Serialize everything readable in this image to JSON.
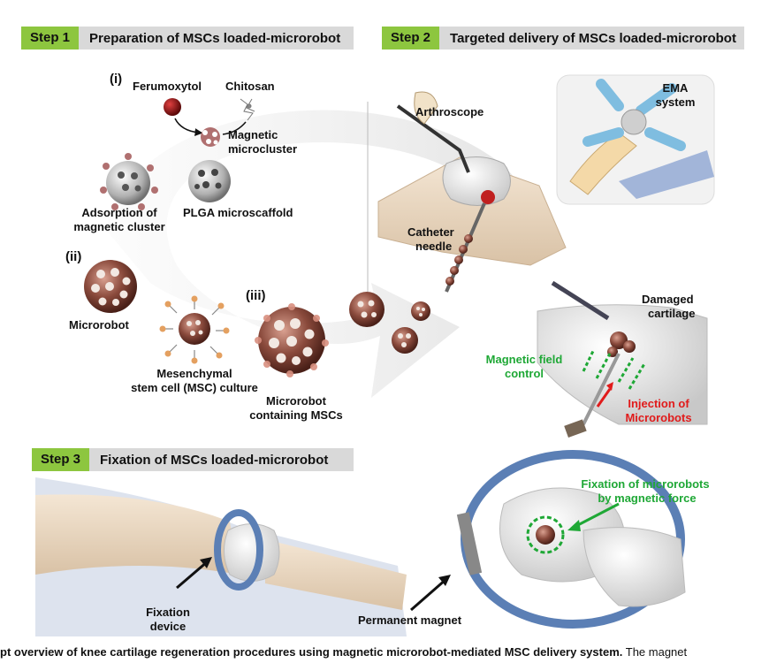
{
  "step1": {
    "tag": "Step 1",
    "title": "Preparation of MSCs loaded-microrobot"
  },
  "step2": {
    "tag": "Step 2",
    "title": "Targeted delivery of MSCs loaded-microrobot"
  },
  "step3": {
    "tag": "Step 3",
    "title": "Fixation of MSCs loaded-microrobot"
  },
  "labels": {
    "roman_i": "(i)",
    "ferumoxytol": "Ferumoxytol",
    "chitosan": "Chitosan",
    "magnetic_microcluster_1": "Magnetic",
    "magnetic_microcluster_2": "microcluster",
    "adsorption_1": "Adsorption of",
    "adsorption_2": "magnetic cluster",
    "plga": "PLGA microscaffold",
    "roman_ii": "(ii)",
    "microrobot": "Microrobot",
    "msc_culture_1": "Mesenchymal",
    "msc_culture_2": "stem cell (MSC) culture",
    "roman_iii": "(iii)",
    "containing_1": "Microrobot",
    "containing_2": "containing MSCs",
    "arthroscope": "Arthroscope",
    "ema_1": "EMA",
    "ema_2": "system",
    "catheter_1": "Catheter",
    "catheter_2": "needle",
    "damaged_1": "Damaged",
    "damaged_2": "cartilage",
    "magnetic_field_1": "Magnetic field",
    "magnetic_field_2": "control",
    "injection_1": "Injection of",
    "injection_2": "Microrobots",
    "fixation_device_1": "Fixation",
    "fixation_device_2": "device",
    "permanent_magnet": "Permanent magnet",
    "fixation_force_1": "Fixation of microrobots",
    "fixation_force_2": "by magnetic force"
  },
  "caption": {
    "bold": "pt overview of knee cartilage regeneration procedures using magnetic microrobot-mediated MSC delivery system.",
    "rest": " The magnet"
  },
  "colors": {
    "step_tag": "#8dc63f",
    "step_bar": "#d9d9d9",
    "microrobot": "#8a4a3c",
    "green_label": "#1fa836",
    "red_label": "#e11b1b",
    "ring": "#5b7fb5",
    "skin": "#ecd9c4"
  }
}
